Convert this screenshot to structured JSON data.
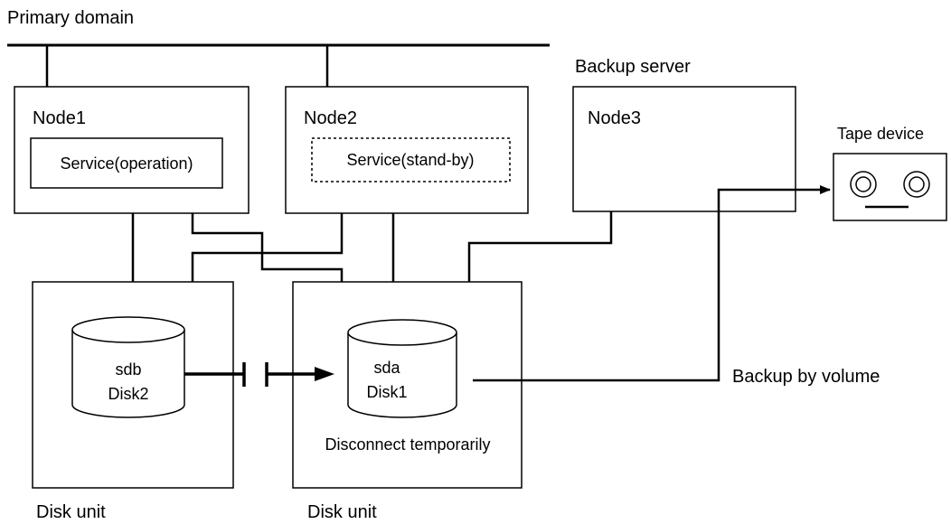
{
  "labels": {
    "primary_domain": "Primary domain",
    "backup_server": "Backup server",
    "node1": "Node1",
    "node2": "Node2",
    "node3": "Node3",
    "service_operation": "Service(operation)",
    "service_standby": "Service(stand-by)",
    "tape_device": "Tape device",
    "disk2_name": "sdb",
    "disk2_label": "Disk2",
    "disk1_name": "sda",
    "disk1_label": "Disk1",
    "disconnect": "Disconnect temporarily",
    "backup_by_volume": "Backup by volume",
    "disk_unit_left": "Disk unit",
    "disk_unit_right": "Disk unit"
  }
}
